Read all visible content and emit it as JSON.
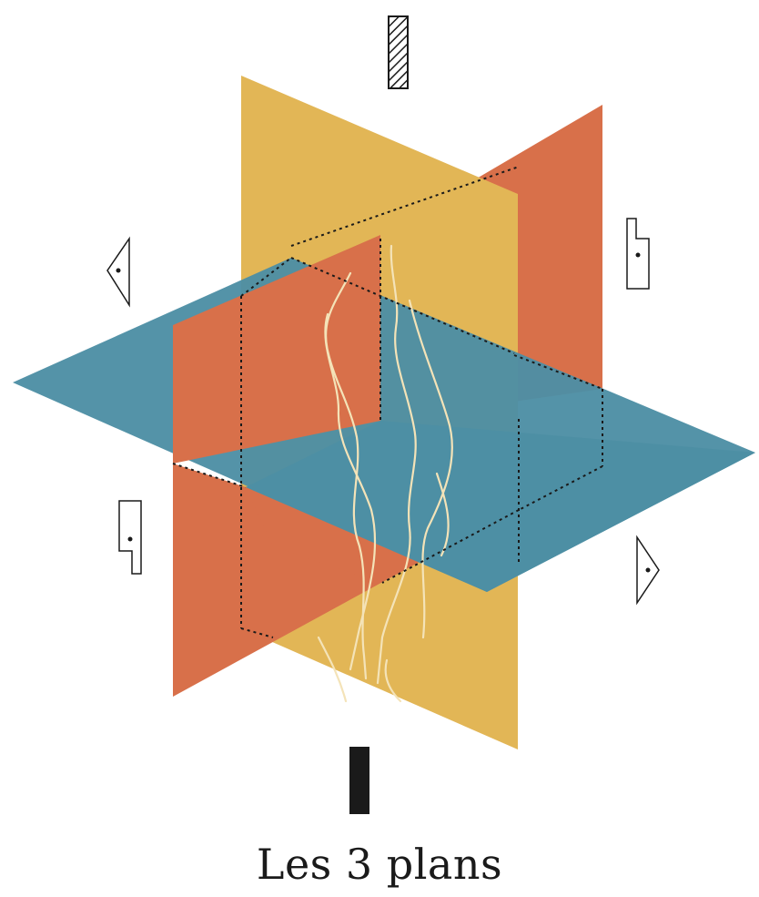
{
  "caption": "Les 3 plans",
  "colors": {
    "frontal_plane": "#e2b656",
    "sagittal_plane": "#d8704a",
    "transverse_plane": "#4d8fa4",
    "leg_outline": "#f4e3b8",
    "dotted_lines": "#1a1a1a",
    "view_markers": "#1a1a1a",
    "background": "#ffffff"
  },
  "planes": [
    {
      "id": "frontal",
      "description": "frontal-plane"
    },
    {
      "id": "sagittal",
      "description": "sagittal-plane"
    },
    {
      "id": "transverse",
      "description": "transverse-plane"
    }
  ],
  "view_markers": [
    {
      "id": "top",
      "icon": "hatched-rectangle-icon"
    },
    {
      "id": "left-eye",
      "icon": "eye-wedge-icon"
    },
    {
      "id": "right-profile",
      "icon": "foot-profile-icon"
    },
    {
      "id": "left-profile",
      "icon": "foot-profile-icon"
    },
    {
      "id": "right-eye",
      "icon": "eye-wedge-icon"
    },
    {
      "id": "bottom",
      "icon": "solid-bar-icon"
    }
  ]
}
